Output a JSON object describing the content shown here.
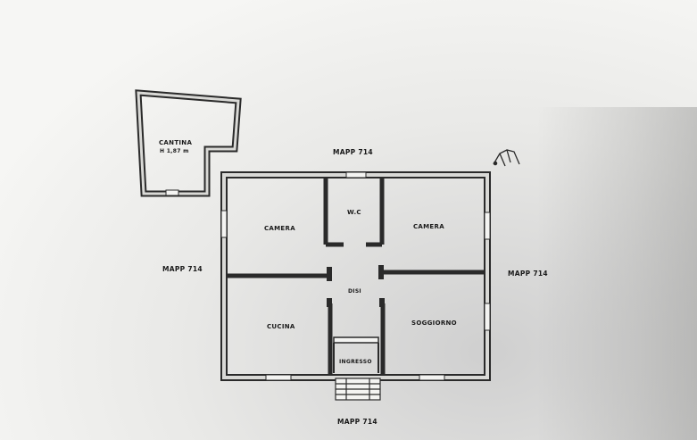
{
  "labels": {
    "cantina_name": "CANTINA",
    "cantina_height": "H 1,87 m",
    "camera_left": "CAMERA",
    "wc": "W.C",
    "camera_right": "CAMERA",
    "disimpegno": "DISI",
    "cucina": "CUCINA",
    "soggiorno": "SOGGIORNO",
    "ingresso": "INGRESSO"
  },
  "boundaries": {
    "top": "MAPP 714",
    "left": "MAPP 714",
    "right": "MAPP 714",
    "bottom": "MAPP 714"
  },
  "colors": {
    "wall": "#2a2a2a",
    "paper": "#f4f4f2",
    "fill": "#d9d9d6"
  },
  "icons": {
    "compass": "north-arrow-icon"
  }
}
